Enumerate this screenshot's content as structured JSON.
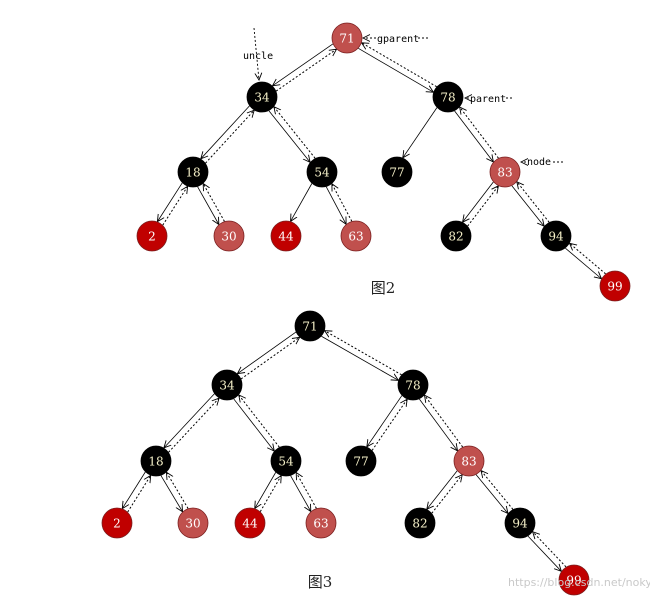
{
  "colors": {
    "black": "#000000",
    "red": "#c00000",
    "light_red": "#c0504d"
  },
  "figure2": {
    "caption": "图2",
    "nodes": [
      {
        "id": "71",
        "label": "71",
        "color": "light_red"
      },
      {
        "id": "34",
        "label": "34",
        "color": "black"
      },
      {
        "id": "78",
        "label": "78",
        "color": "black"
      },
      {
        "id": "18",
        "label": "18",
        "color": "black"
      },
      {
        "id": "54",
        "label": "54",
        "color": "black"
      },
      {
        "id": "77",
        "label": "77",
        "color": "black"
      },
      {
        "id": "83",
        "label": "83",
        "color": "light_red"
      },
      {
        "id": "2",
        "label": "2",
        "color": "red"
      },
      {
        "id": "30",
        "label": "30",
        "color": "light_red"
      },
      {
        "id": "44",
        "label": "44",
        "color": "red"
      },
      {
        "id": "63",
        "label": "63",
        "color": "light_red"
      },
      {
        "id": "82",
        "label": "82",
        "color": "black"
      },
      {
        "id": "94",
        "label": "94",
        "color": "black"
      },
      {
        "id": "99",
        "label": "99",
        "color": "red"
      }
    ],
    "annotations": {
      "gparent": "gparent",
      "uncle": "uncle",
      "parent": "parent",
      "node": "node"
    }
  },
  "figure3": {
    "caption": "图3",
    "nodes": [
      {
        "id": "71",
        "label": "71",
        "color": "black"
      },
      {
        "id": "34",
        "label": "34",
        "color": "black"
      },
      {
        "id": "78",
        "label": "78",
        "color": "black"
      },
      {
        "id": "18",
        "label": "18",
        "color": "black"
      },
      {
        "id": "54",
        "label": "54",
        "color": "black"
      },
      {
        "id": "77",
        "label": "77",
        "color": "black"
      },
      {
        "id": "83",
        "label": "83",
        "color": "light_red"
      },
      {
        "id": "2",
        "label": "2",
        "color": "red"
      },
      {
        "id": "30",
        "label": "30",
        "color": "light_red"
      },
      {
        "id": "44",
        "label": "44",
        "color": "red"
      },
      {
        "id": "63",
        "label": "63",
        "color": "light_red"
      },
      {
        "id": "82",
        "label": "82",
        "color": "black"
      },
      {
        "id": "94",
        "label": "94",
        "color": "black"
      },
      {
        "id": "99",
        "label": "99",
        "color": "red"
      }
    ]
  },
  "watermark": "https://blog.csdn.net/noky"
}
